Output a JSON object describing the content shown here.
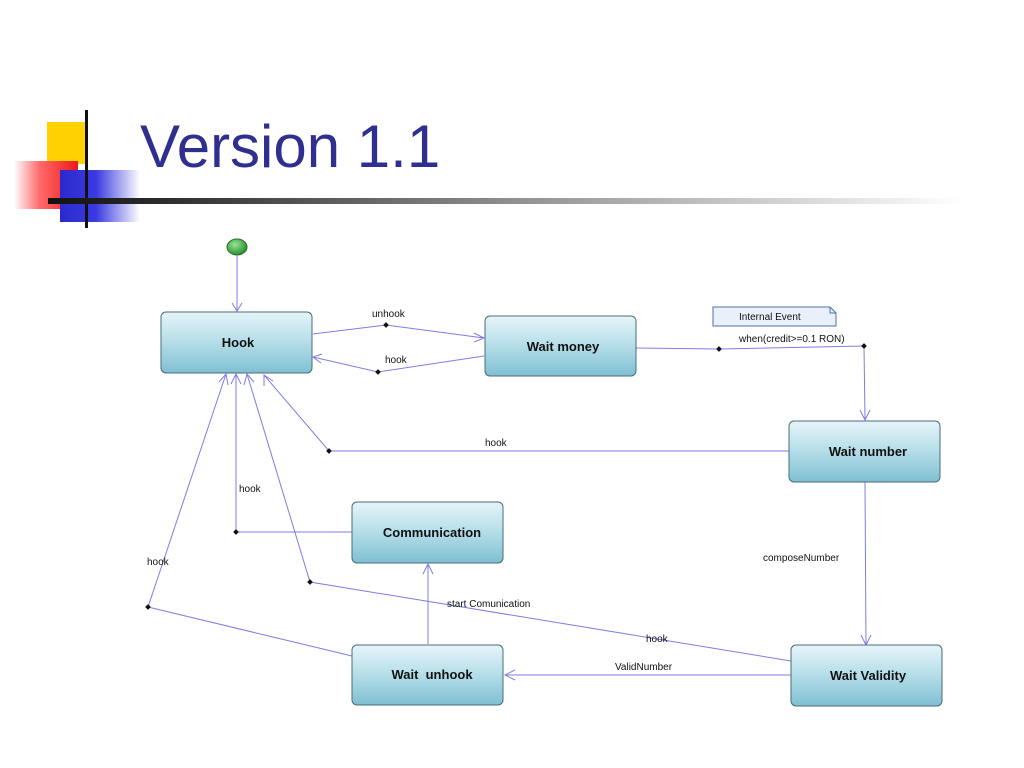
{
  "slide": {
    "title": "Version 1.1"
  },
  "diagram": {
    "note": "Internal Event",
    "states": {
      "hook": "Hook",
      "wait_money": "Wait money",
      "wait_number": "Wait number",
      "communication": "Communication",
      "wait_unhook": "Wait  unhook",
      "wait_validity": "Wait Validity"
    },
    "transitions": {
      "hook_to_wait_money": "unhook",
      "wait_money_to_hook": "hook",
      "wait_money_to_wait_number": "when(credit>=0.1 RON)",
      "wait_number_to_hook": "hook",
      "communication_to_hook": "hook",
      "wait_unhook_to_hook": "hook",
      "wait_number_to_wait_validity": "composeNumber",
      "wait_unhook_to_communication": "start Comunication",
      "wait_validity_to_hook": "hook",
      "wait_validity_to_wait_unhook": "ValidNumber"
    }
  }
}
